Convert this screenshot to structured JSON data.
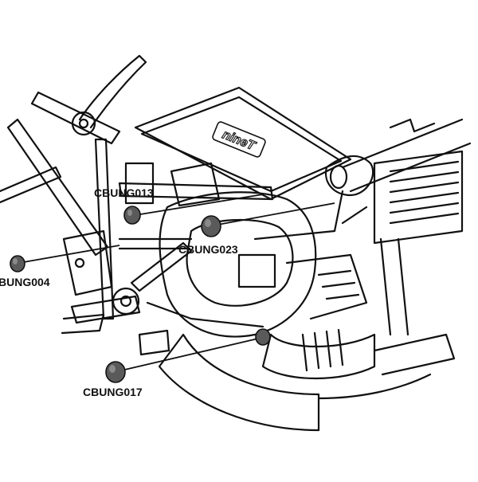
{
  "diagram": {
    "callouts": [
      {
        "id": "c013",
        "part_number": "CBUNG013"
      },
      {
        "id": "c023",
        "part_number": "CBUNG023"
      },
      {
        "id": "c004",
        "part_number": "BUNG004"
      },
      {
        "id": "c017",
        "part_number": "CBUNG017"
      }
    ],
    "badge_text": "nineT",
    "colors": {
      "line": "#111111",
      "bung_fill": "#5a5a5a",
      "bung_highlight": "#8a8a8a",
      "background": "#ffffff"
    }
  }
}
